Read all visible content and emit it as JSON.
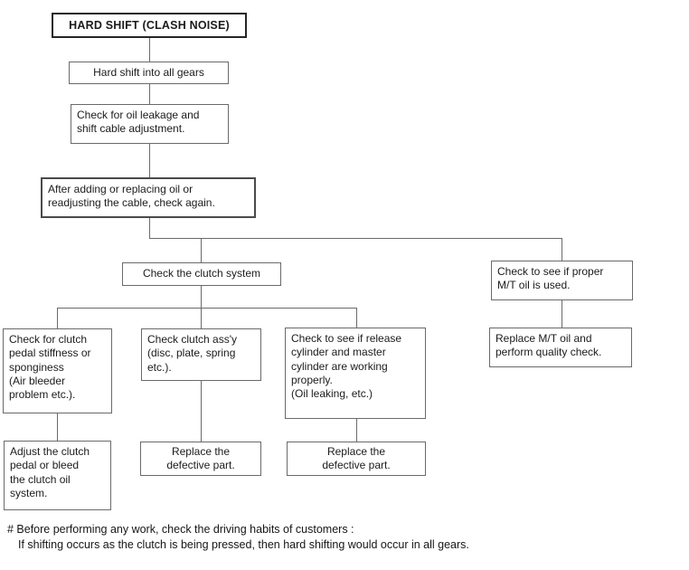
{
  "colors": {
    "background": "#ffffff",
    "line": "#6a6a6a",
    "border": "#6a6a6a",
    "border_header": "#262626",
    "text": "#1b1b1b"
  },
  "flow": {
    "root": "HARD SHIFT (CLASH NOISE)",
    "symptom": "Hard shift into all gears",
    "check_oil_leakage": "Check for oil leakage and\nshift cable adjustment.",
    "after_adding_oil": "After adding or replacing oil or\nreadjusting the cable, check again.",
    "check_clutch_system": "Check the clutch system",
    "check_mt_oil": "Check to see if proper\nM/T oil is used.",
    "check_clutch_pedal": "Check for clutch\npedal stiffness or\nsponginess\n(Air bleeder\nproblem etc.).",
    "check_clutch_assy": "Check clutch ass'y\n(disc, plate, spring\netc.).",
    "check_release_cylinder": "Check to see if release\ncylinder and master\ncylinder are working\nproperly.\n(Oil leaking, etc.)",
    "replace_mt_oil": "Replace M/T oil and\nperform quality check.",
    "adjust_clutch_pedal": "Adjust the clutch\npedal or bleed\nthe clutch oil\nsystem.",
    "replace_defective_left": "Replace the\ndefective part.",
    "replace_defective_right": "Replace the\ndefective part."
  },
  "footnote": {
    "line1": "# Before performing any work, check the driving habits of customers :",
    "line2": "If shifting occurs as the clutch is being pressed, then hard shifting would occur in all gears."
  }
}
